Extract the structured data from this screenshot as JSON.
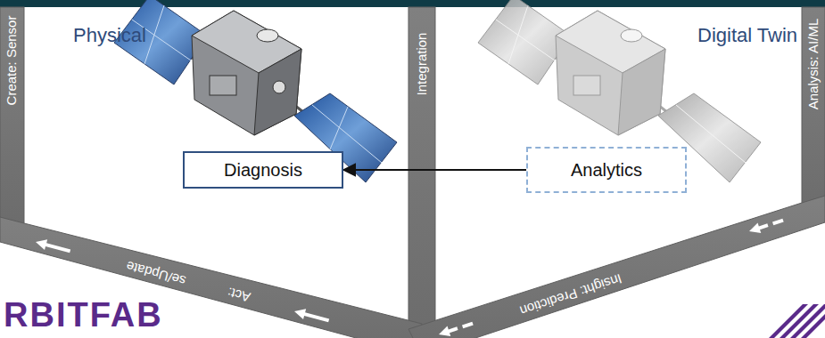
{
  "diagram": {
    "nodes": [
      {
        "text": [
          "Diagnosis"
        ]
      },
      {
        "text": [
          "Analytics"
        ]
      }
    ],
    "edges": [
      {
        "from": 1,
        "to": 0,
        "arrow": "to"
      }
    ],
    "labels": [
      "Create: Sensor",
      "Physical",
      "Integration",
      "Digital Twin",
      "Analysis: AI/ML",
      "se/Update",
      "Act:",
      "Insight: Prediction",
      "RBITFAB"
    ]
  }
}
